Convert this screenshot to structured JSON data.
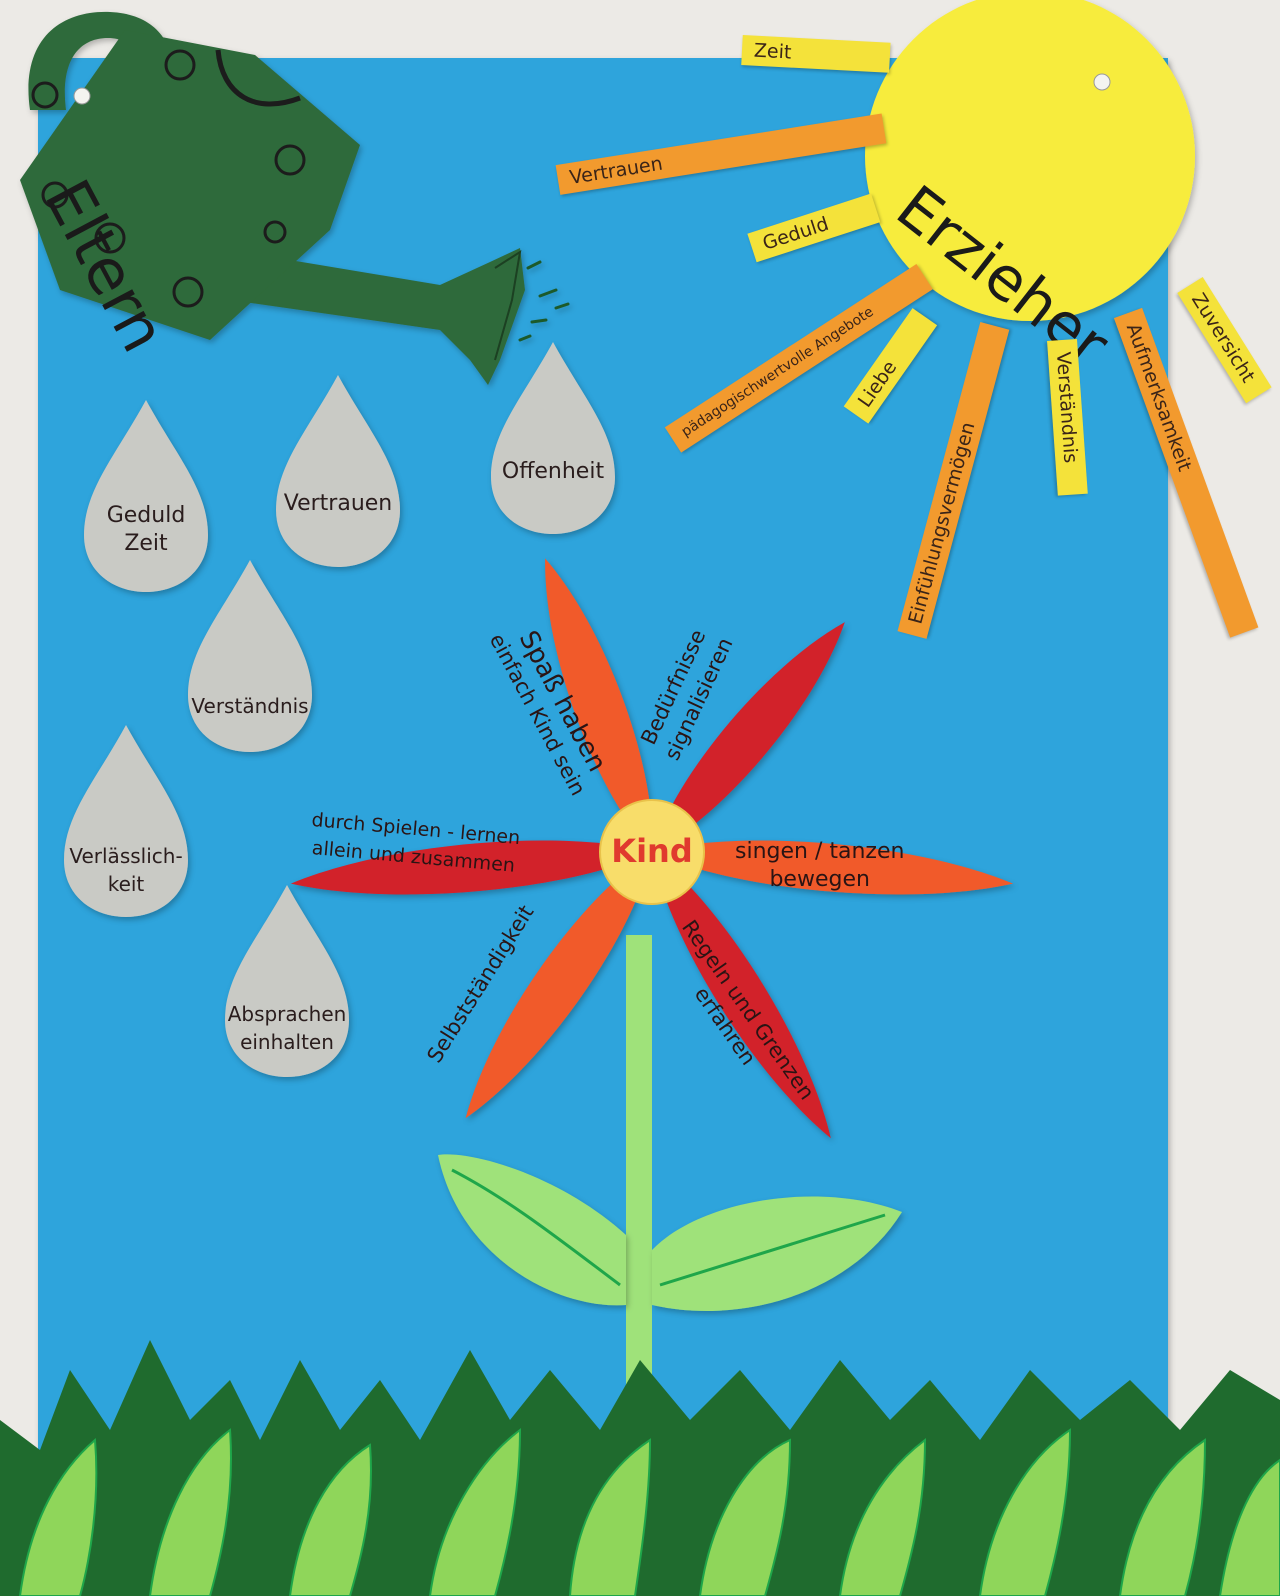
{
  "poster": {
    "watering_can_label": "Eltern",
    "sun_label": "Erzieher",
    "flower_center_label": "Kind"
  },
  "sun_rays": [
    {
      "text": "Zeit",
      "color": "#f4e23a"
    },
    {
      "text": "Vertrauen",
      "color": "#f29a2e"
    },
    {
      "text": "Geduld",
      "color": "#f4e23a"
    },
    {
      "text": "pädagogischwertvolle Angebote",
      "color": "#f29a2e"
    },
    {
      "text": "Liebe",
      "color": "#f4e23a"
    },
    {
      "text": "Einfühlungsvermögen",
      "color": "#f29a2e"
    },
    {
      "text": "Verständnis",
      "color": "#f4e23a"
    },
    {
      "text": "Aufmerksamkeit",
      "color": "#f29a2e"
    },
    {
      "text": "Zuversicht",
      "color": "#f4e23a"
    }
  ],
  "drops": [
    {
      "line1": "Geduld",
      "line2": "Zeit"
    },
    {
      "line1": "Vertrauen",
      "line2": ""
    },
    {
      "line1": "Offenheit",
      "line2": ""
    },
    {
      "line1": "Verständnis",
      "line2": ""
    },
    {
      "line1": "Verlässlich-",
      "line2": "keit"
    },
    {
      "line1": "Absprachen",
      "line2": "einhalten"
    }
  ],
  "petals": [
    {
      "line1": "Spaß haben",
      "line2": "einfach Kind sein",
      "color": "#f15a2b"
    },
    {
      "line1": "Bedürfnisse",
      "line2": "signalisieren",
      "color": "#d2202c"
    },
    {
      "line1": "singen / tanzen",
      "line2": "bewegen",
      "color": "#f15a2b"
    },
    {
      "line1": "Regeln und Grenzen",
      "line2": "erfahren",
      "color": "#d2202c"
    },
    {
      "line1": "Selbstständigkeit",
      "line2": "",
      "color": "#f15a2b"
    },
    {
      "line1": "durch Spielen - lernen",
      "line2": "allein und zusammen",
      "color": "#d2202c"
    }
  ],
  "colors": {
    "wall": "#eceae6",
    "board": "#2ea4dc",
    "watering_can": "#2f6a3a",
    "drop": "#c9cac5",
    "sun": "#f7ec3c",
    "center": "#f8dd6a",
    "center_text": "#e03a2e",
    "stem": "#9fe27a",
    "grass_dark": "#1f6b2e",
    "grass_light": "#8fd65a"
  }
}
